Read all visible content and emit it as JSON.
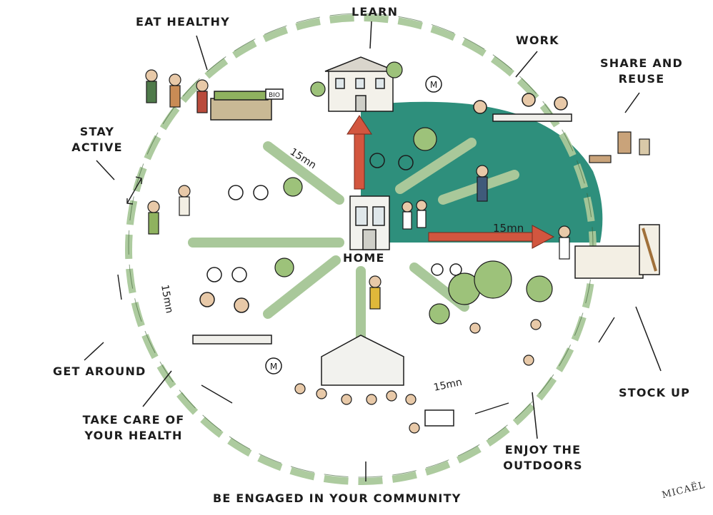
{
  "labels": {
    "eat_healthy": "EAT HEALTHY",
    "learn": "LEARN",
    "work": "WORK",
    "share_reuse_1": "SHARE AND",
    "share_reuse_2": "REUSE",
    "stay_active_1": "STAY",
    "stay_active_2": "ACTIVE",
    "home": "HOME",
    "get_around": "GET AROUND",
    "health_1": "TAKE CARE OF",
    "health_2": "YOUR HEALTH",
    "stock_up": "STOCK UP",
    "outdoors_1": "ENJOY THE",
    "outdoors_2": "OUTDOORS",
    "community": "BE ENGAGED IN YOUR COMMUNITY"
  },
  "distance_labels": {
    "top_left": "15mn",
    "right": "15mn",
    "left": "15mn",
    "bottom": "15mn"
  },
  "signs": {
    "metro_letter": "M",
    "bio": "BIO"
  },
  "signature": "MICAËL",
  "colors": {
    "teal_quadrant": "#2e8f7c",
    "path_green": "#a9c89a",
    "arrow_red": "#d2563f",
    "ink": "#1c1c1c"
  }
}
